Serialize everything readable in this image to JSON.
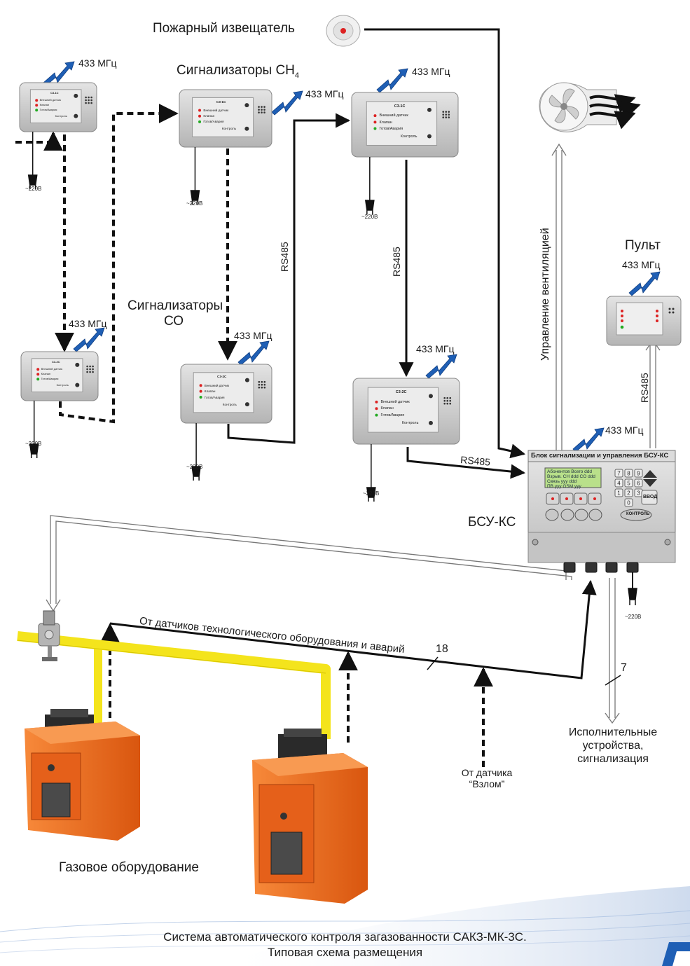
{
  "labels": {
    "fire_detector": "Пожарный извещатель",
    "ch4_group": "Сигнализаторы СН",
    "ch4_sub": "4",
    "co_group_line1": "Сигнализаторы",
    "co_group_line2": "СО",
    "pult": "Пульт",
    "bsu": "БСУ-КС",
    "bsu_panel_title": "Блок сигнализации и управления БСУ-КС",
    "vent_control": "Управление вентиляцией",
    "tech_sensors": "От датчиков технологического оборудования и аварий",
    "wire_18": "18",
    "wire_7": "7",
    "actuators_line1": "Исполнительные",
    "actuators_line2": "устройства,",
    "actuators_line3": "сигнализация",
    "breakin_line1": "От датчика",
    "breakin_line2": "“Взлом”",
    "gas_equipment": "Газовое оборудование",
    "caption_line1": "Система автоматического контроля загазованности САКЗ-МК-3С.",
    "caption_line2": "Типовая схема размещения",
    "rs485": "RS485",
    "freq": "433 МГц",
    "v220": "~220В"
  },
  "sensors": [
    {
      "id": "sensor-ch4-1",
      "model": "С3-1С"
    },
    {
      "id": "sensor-ch4-2",
      "model": "С3-1С"
    },
    {
      "id": "sensor-ch4-3",
      "model": "С3-1С"
    },
    {
      "id": "sensor-co-1",
      "model": "С3-2С"
    },
    {
      "id": "sensor-co-2",
      "model": "С3-2С"
    },
    {
      "id": "sensor-co-3",
      "model": "С3-2С"
    }
  ],
  "sensor_panel": {
    "ext": "Внешний датчик",
    "valve": "Клапан",
    "ready": "Готов/Авария",
    "control": "Контроль"
  },
  "bsu_screen": [
    "Абонентов Всего ddd",
    "Взрыв. СН ddd  CO ddd",
    "Связь yyy      ddd",
    "ПВ  yyy      GSM yyy"
  ],
  "bsu_keys": [
    "7",
    "8",
    "9",
    "4",
    "5",
    "6",
    "1",
    "2",
    "3",
    "0"
  ],
  "bsu_buttons": {
    "enter": "ВВОД",
    "control": "КОНТРОЛЬ"
  },
  "colors": {
    "gas_pipe": "#f4e41c",
    "boiler": "#f26a1b",
    "device_body": "#cfcfcf",
    "wireless": "#1f5fb5",
    "line": "#111111"
  }
}
